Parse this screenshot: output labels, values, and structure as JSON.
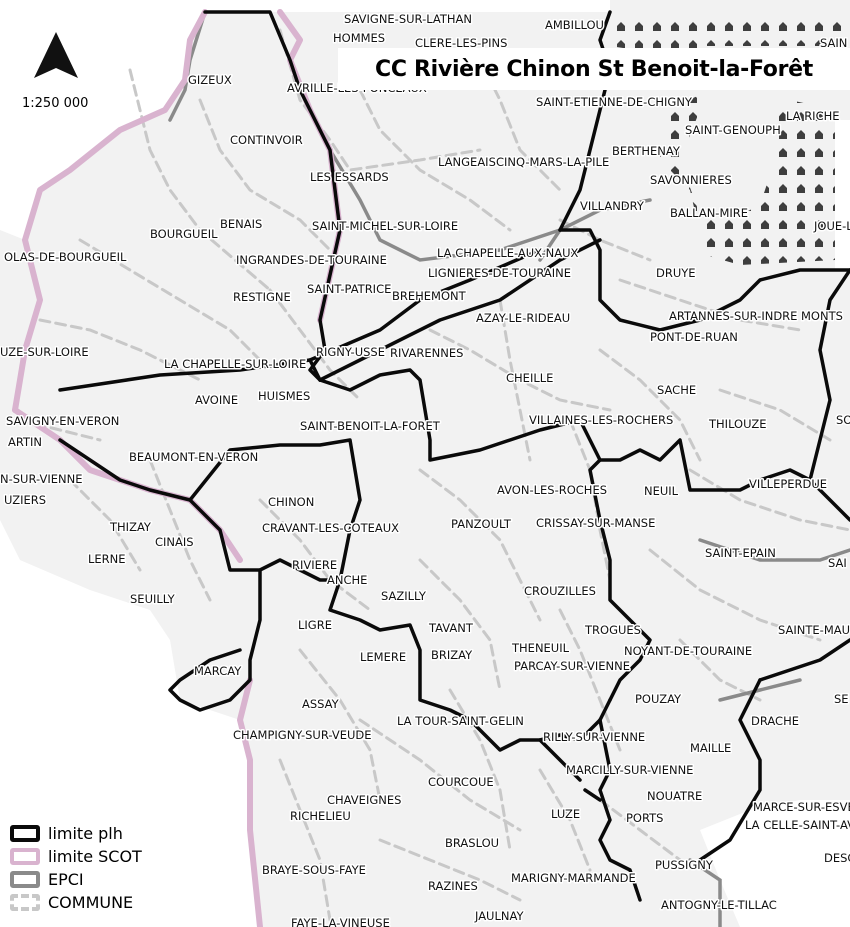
{
  "title": "CC Rivière Chinon St Benoit-la-Forêt",
  "scale": "1:250 000",
  "north_arrow_icon": "north-arrow-icon",
  "colors": {
    "territory_fill": "#f2f2f2",
    "outside_fill": "#ffffff",
    "commune_line": "#c8c8c8",
    "epci_line": "#8a8a8a",
    "plh_line": "#0a0a0a",
    "scot_line": "#d9b3cf",
    "urban_pattern": "#2a2a2a"
  },
  "legend": [
    {
      "label": "limite plh",
      "symbol": "plh"
    },
    {
      "label": "limite SCOT",
      "symbol": "scot"
    },
    {
      "label": "EPCI",
      "symbol": "epci"
    },
    {
      "label": "COMMUNE",
      "symbol": "commune"
    }
  ],
  "communes": [
    "SAVIGNE-SUR-LATHAN",
    "AMBILLOU",
    "HOMMES",
    "CLERE-LES-PINS",
    "SAIN",
    "GIZEUX",
    "AVRILLE-LES-PONCEAUX",
    "SAINT-ETIENNE-DE-CHIGNY",
    "LA RICHE",
    "SAINT-GENOUPH",
    "CONTINVOIR",
    "LANGEAIS",
    "CINQ-MARS-LA-PILE",
    "BERTHENAY",
    "LES ESSARDS",
    "SAVONNIERES",
    "VILLANDRY",
    "BENAIS",
    "BALLAN-MIRE",
    "JOUE-L",
    "BOURGUEIL",
    "SAINT-MICHEL-SUR-LOIRE",
    "LA CHAPELLE-AUX-NAUX",
    "OLAS-DE-BOURGUEIL",
    "INGRANDES-DE-TOURAINE",
    "LIGNIERES-DE-TOURAINE",
    "DRUYE",
    "RESTIGNE",
    "SAINT-PATRICE",
    "BREHEMONT",
    "AZAY-LE-RIDEAU",
    "ARTANNES-SUR-INDRE",
    "MONTS",
    "UZE-SUR-LOIRE",
    "RIGNY-USSE",
    "RIVARENNES",
    "PONT-DE-RUAN",
    "LA CHAPELLE-SUR-LOIRE",
    "CHEILLE",
    "SACHE",
    "AVOINE",
    "HUISMES",
    "SAVIGNY-EN-VERON",
    "SAINT-BENOIT-LA-FORET",
    "VILLAINES-LES-ROCHERS",
    "THILOUZE",
    "SO",
    "ARTIN",
    "BEAUMONT-EN-VERON",
    "N-SUR-VIENNE",
    "AVON-LES-ROCHES",
    "NEUIL",
    "VILLEPERDUE",
    "UZIERS",
    "CHINON",
    "PANZOULT",
    "CRISSAY-SUR-MANSE",
    "THIZAY",
    "CRAVANT-LES-COTEAUX",
    "CINAIS",
    "SAINT-EPAIN",
    "LERNE",
    "RIVIERE",
    "SAI",
    "ANCHE",
    "CROUZILLES",
    "SEUILLY",
    "SAZILLY",
    "LIGRE",
    "TAVANT",
    "TROGUES",
    "SAINTE-MAU",
    "THENEUIL",
    "LEMERE",
    "BRIZAY",
    "NOYANT-DE-TOURAINE",
    "PARCAY-SUR-VIENNE",
    "MARCAY",
    "POUZAY",
    "SE",
    "ASSAY",
    "DRACHE",
    "LA TOUR-SAINT-GELIN",
    "CHAMPIGNY-SUR-VEUDE",
    "RILLY-SUR-VIENNE",
    "MAILLE",
    "MARCILLY-SUR-VIENNE",
    "COURCOUE",
    "NOUATRE",
    "CHAVEIGNES",
    "MARCE-SUR-ESVE",
    "RICHELIEU",
    "LUZE",
    "PORTS",
    "LA CELLE-SAINT-AV",
    "BRASLOU",
    "DESC",
    "PUSSIGNY",
    "BRAYE-SOUS-FAYE",
    "MARIGNY-MARMANDE",
    "RAZINES",
    "ANTOGNY-LE-TILLAC",
    "JAULNAY",
    "FAYE-LA-VINEUSE"
  ]
}
